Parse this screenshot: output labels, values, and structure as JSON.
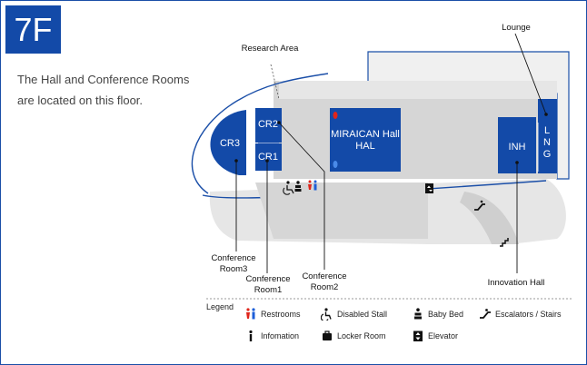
{
  "floor": {
    "badge": "7F",
    "description": "The Hall and Conference Rooms are located on this floor."
  },
  "rooms": {
    "cr3": "CR3",
    "cr2": "CR2",
    "cr1": "CR1",
    "hall_line1": "MIRAICAN Hall",
    "hall_line2": "HAL",
    "inh": "INH",
    "lng_l": "L",
    "lng_n": "N",
    "lng_g": "G"
  },
  "callouts": {
    "research_area": "Research Area",
    "lounge": "Lounge",
    "conference_room3_a": "Conference",
    "conference_room3_b": "Room3",
    "conference_room1_a": "Conference",
    "conference_room1_b": "Room1",
    "conference_room2_a": "Conference",
    "conference_room2_b": "Room2",
    "innovation_hall": "Innovation Hall"
  },
  "legend": {
    "title": "Legend",
    "restrooms": "Restrooms",
    "disabled_stall": "Disabled Stall",
    "baby_bed": "Baby Bed",
    "escalators_stairs": "Escalators / Stairs",
    "information": "Infomation",
    "locker_room": "Locker Room",
    "elevator": "Elevator"
  },
  "colors": {
    "room_blue": "#134aa8",
    "floor_gray": "#d6d6d6",
    "floor_light": "#e6e6e6",
    "female_red": "#e0251b",
    "male_blue": "#1c5ed8"
  },
  "icons": [
    "restroom-icon",
    "disabled-stall-icon",
    "baby-bed-icon",
    "escalator-icon",
    "stairs-icon",
    "information-icon",
    "locker-room-icon",
    "elevator-icon"
  ]
}
